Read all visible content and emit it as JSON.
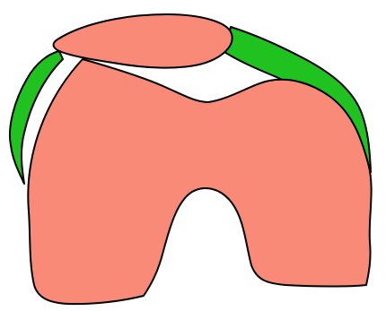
{
  "diagram": {
    "background_color": "#ffffff",
    "outline_color": "#000000",
    "parts": [
      {
        "id": "femur",
        "shape": "main-bone-body",
        "fill": "#f98a78"
      },
      {
        "id": "patella",
        "shape": "upper-oval",
        "fill": "#f98a78"
      },
      {
        "id": "right-tendon",
        "shape": "right-curved-band",
        "fill": "#1fc21f"
      },
      {
        "id": "left-tendon",
        "shape": "left-curved-band",
        "fill": "#1fc21f"
      }
    ]
  }
}
